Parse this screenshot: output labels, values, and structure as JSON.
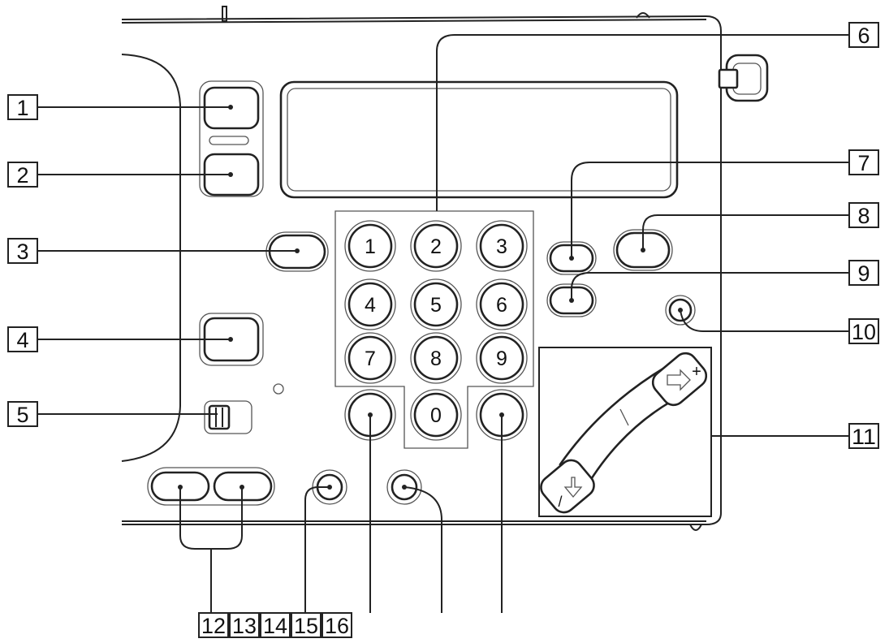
{
  "callouts": {
    "c1": "1",
    "c2": "2",
    "c3": "3",
    "c4": "4",
    "c5": "5",
    "c6": "6",
    "c7": "7",
    "c8": "8",
    "c9": "9",
    "c10": "10",
    "c11": "11",
    "c12": "12",
    "c13": "13",
    "c14": "14",
    "c15": "15",
    "c16": "16"
  },
  "keypad": {
    "k1": "1",
    "k2": "2",
    "k3": "3",
    "k4": "4",
    "k5": "5",
    "k6": "6",
    "k7": "7",
    "k8": "8",
    "k9": "9",
    "k0": "0"
  },
  "rocker": {
    "plus": "+",
    "minus": "/"
  },
  "colors": {
    "line": "#222222",
    "background": "#ffffff"
  }
}
